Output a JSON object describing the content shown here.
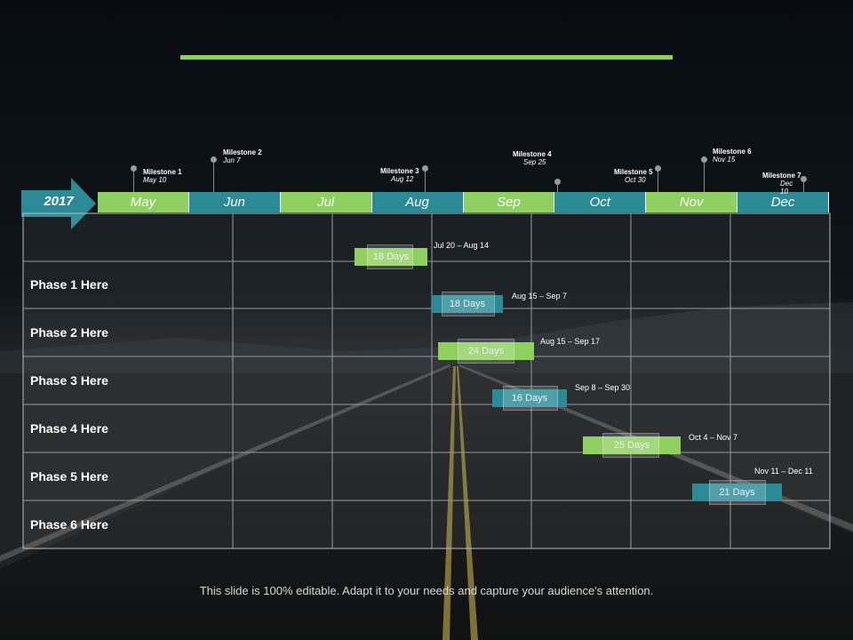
{
  "year": "2017",
  "months": [
    "May",
    "Jun",
    "Jul",
    "Aug",
    "Sep",
    "Oct",
    "Nov",
    "Dec"
  ],
  "milestones": [
    {
      "name": "Milestone 1",
      "date": "May 10"
    },
    {
      "name": "Milestone 2",
      "date": "Jun 7"
    },
    {
      "name": "Milestone 3",
      "date": "Aug 12"
    },
    {
      "name": "Milestone 4",
      "date": "Sep 25"
    },
    {
      "name": "Milestone 5",
      "date": "Oct 30"
    },
    {
      "name": "Milestone 6",
      "date": "Nov 15"
    },
    {
      "name": "Milestone 7",
      "date": "Dec 10"
    }
  ],
  "phases": [
    "Phase 1 Here",
    "Phase 2 Here",
    "Phase 3 Here",
    "Phase 4 Here",
    "Phase 5 Here",
    "Phase 6 Here"
  ],
  "tasks": [
    {
      "duration": "18 Days",
      "range": "Jul 20 – Aug 14",
      "color": "#8fd160"
    },
    {
      "duration": "18 Days",
      "range": "Aug 15 – Sep 7",
      "color": "#2a8a96"
    },
    {
      "duration": "24 Days",
      "range": "Aug 15 – Sep 17",
      "color": "#8fd160"
    },
    {
      "duration": "16 Days",
      "range": "Sep 8 – Sep 30",
      "color": "#2a8a96"
    },
    {
      "duration": "25 Days",
      "range": "Oct 4 – Nov 7",
      "color": "#8fd160"
    },
    {
      "duration": "21 Days",
      "range": "Nov 11 – Dec 11",
      "color": "#2a8a96"
    }
  ],
  "footer": "This slide is 100% editable. Adapt it to your needs and capture your audience's attention.",
  "colors": {
    "green": "#8fd160",
    "teal": "#2a8a96"
  }
}
